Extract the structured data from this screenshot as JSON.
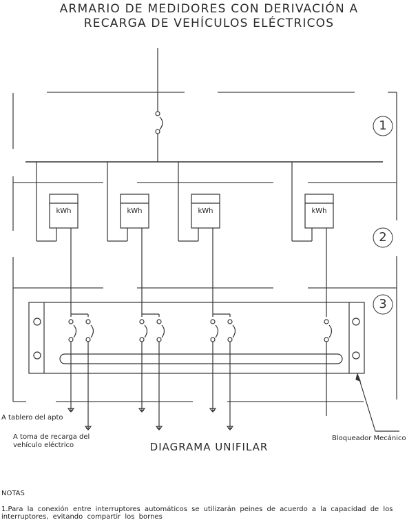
{
  "title": {
    "line1": "ARMARIO DE MEDIDORES CON DERIVACIÓN A",
    "line2": "RECARGA DE VEHÍCULOS ELÉCTRICOS"
  },
  "zones": [
    {
      "label": "1"
    },
    {
      "label": "2"
    },
    {
      "label": "3"
    }
  ],
  "meters": [
    {
      "label": "kWh",
      "poles": 2
    },
    {
      "label": "kWh",
      "poles": 2
    },
    {
      "label": "kWh",
      "poles": 2
    },
    {
      "label": "kWh",
      "poles": 1
    }
  ],
  "labels": {
    "to_apartment_board": "A tablero del apto",
    "to_charging_outlet_line1": "A toma de recarga del",
    "to_charging_outlet_line2": "vehículo eléctrico",
    "mechanical_interlock": "Bloqueador Mecánico"
  },
  "subtitle": "DIAGRAMA UNIFILAR",
  "notes": {
    "heading": "NOTAS",
    "items": [
      "1.Para la conexión entre interruptores automáticos se utilizarán peines de acuerdo a la capacidad de los interruptores, evitando compartir los bornes"
    ]
  },
  "colors": {
    "line": "#333333",
    "background": "#ffffff"
  }
}
